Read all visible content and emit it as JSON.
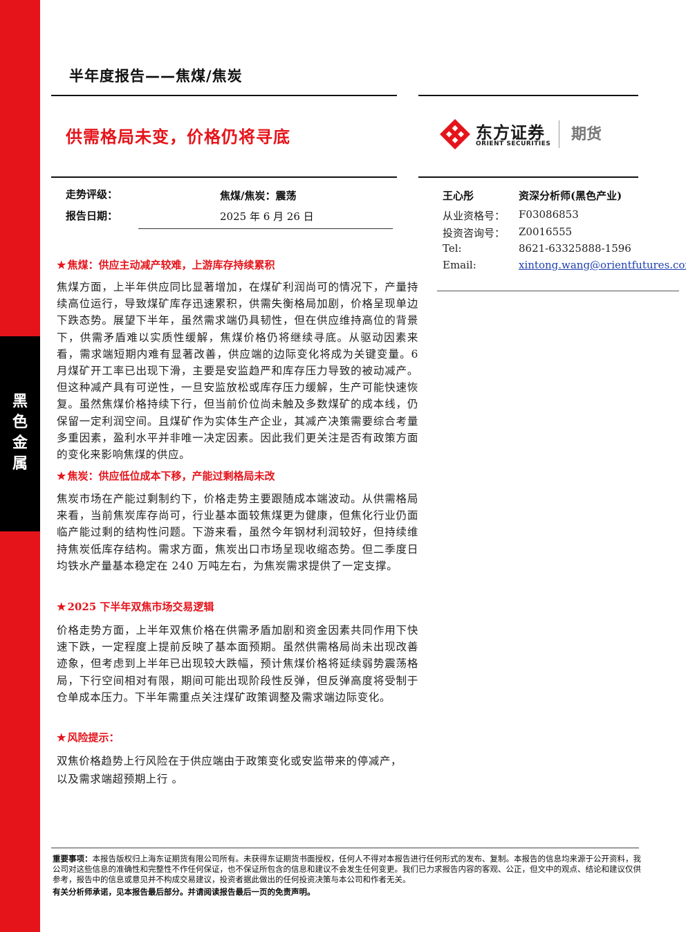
{
  "colors": {
    "accent": "#e5141b",
    "tab": "#000000",
    "link": "#1f3fb0"
  },
  "sidebar": {
    "tab_chars": [
      "黑",
      "色",
      "金",
      "属"
    ]
  },
  "header": {
    "report_type": "半年度报告——焦煤/焦炭",
    "title": "供需格局未变，价格仍将寻底"
  },
  "logo": {
    "cn": "东方证券",
    "en": "ORIENT SECURITIES",
    "sub": "期货",
    "icon": "orient-securities-logo-icon"
  },
  "meta": {
    "rating_label": "走势评级：",
    "rating_value": "焦煤/焦炭：震荡",
    "date_label": "报告日期：",
    "date_value": "2025 年 6 月 26 日"
  },
  "analyst": {
    "name": "王心彤",
    "title": "资深分析师(黑色产业)",
    "cert_label": "从业资格号：",
    "cert_value": "F03086853",
    "consult_label": "投资咨询号：",
    "consult_value": "Z0016555",
    "tel_label": "Tel:",
    "tel_value": "8621-63325888-1596",
    "email_label": "Email:",
    "email_value": "xintong.wang@orientfutures.com"
  },
  "sections": [
    {
      "heading": "焦煤：供应主动减产较难，上游库存持续累积",
      "body": "焦煤方面，上半年供应同比显著增加，在煤矿利润尚可的情况下，产量持续高位运行，导致煤矿库存迅速累积，供需失衡格局加剧，价格呈现单边下跌态势。展望下半年，虽然需求端仍具韧性，但在供应维持高位的背景下，供需矛盾难以实质性缓解，焦煤价格仍将继续寻底。从驱动因素来看，需求端短期内难有显著改善，供应端的边际变化将成为关键变量。6 月煤矿开工率已出现下滑，主要是安监趋严和库存压力导致的被动减产。但这种减产具有可逆性，一旦安监放松或库存压力缓解，生产可能快速恢复。虽然焦煤价格持续下行，但当前价位尚未触及多数煤矿的成本线，仍保留一定利润空间。且煤矿作为实体生产企业，其减产决策需要综合考量多重因素，盈利水平并非唯一决定因素。因此我们更关注是否有政策方面的变化来影响焦煤的供应。"
    },
    {
      "heading": "焦炭：供应低位成本下移，产能过剩格局未改",
      "body": "焦炭市场在产能过剩制约下，价格走势主要跟随成本端波动。从供需格局来看，当前焦炭库存尚可，行业基本面较焦煤更为健康，但焦化行业仍面临产能过剩的结构性问题。下游来看，虽然今年钢材利润较好，但持续维持焦炭低库存结构。需求方面，焦炭出口市场呈现收缩态势。但二季度日均铁水产量基本稳定在 240 万吨左右，为焦炭需求提供了一定支撑。"
    },
    {
      "heading": "2025 下半年双焦市场交易逻辑",
      "body": "价格走势方面，上半年双焦价格在供需矛盾加剧和资金因素共同作用下快速下跌，一定程度上提前反映了基本面预期。虽然供需格局尚未出现改善迹象，但考虑到上半年已出现较大跌幅，预计焦煤价格将延续弱势震荡格局，下行空间相对有限，期间可能出现阶段性反弹，但反弹高度将受制于仓单成本压力。下半年需重点关注煤矿政策调整及需求端边际变化。"
    },
    {
      "heading": "风险提示：",
      "body": "双焦价格趋势上行风险在于供应端由于政策变化或安监带来的停减产，以及需求端超预期上行 。"
    }
  ],
  "disclaimer": {
    "label": "重要事项：",
    "text": "本报告版权归上海东证期货有限公司所有。未获得东证期货书面授权，任何人不得对本报告进行任何形式的发布、复制。本报告的信息均来源于公开资料，我公司对这些信息的准确性和完整性不作任何保证，也不保证所包含的信息和建议不会发生任何变更。我们已力求报告内容的客观、公正，但文中的观点、结论和建议仅供参考，报告中的信息或意见并不构成交易建议，投资者据此做出的任何投资决策与本公司和作者无关。",
    "footer": "有关分析师承诺，见本报告最后部分。并请阅读报告最后一页的免责声明。"
  }
}
